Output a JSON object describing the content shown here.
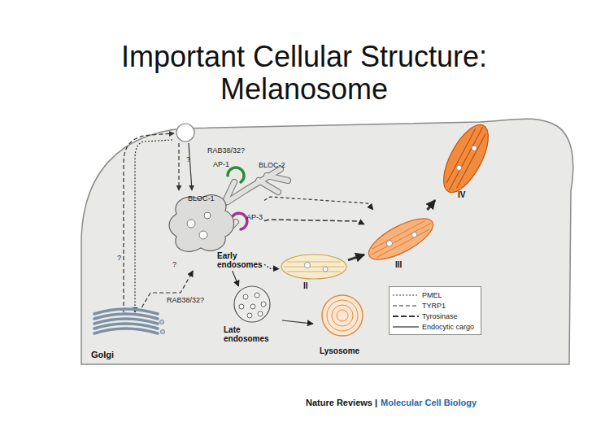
{
  "diagram": {
    "title": "Important Cellular Structure: Melanosome",
    "nodes": [
      {
        "text": [
          "Golgi"
        ]
      },
      {
        "text": [
          "Early endosomes"
        ]
      },
      {
        "text": [
          "Late endosomes"
        ]
      },
      {
        "text": [
          "Lysosome"
        ]
      },
      {
        "text": [
          "II"
        ]
      },
      {
        "text": [
          "III"
        ]
      },
      {
        "text": [
          "IV"
        ]
      }
    ],
    "edges": [
      {
        "from": 0,
        "to": 1,
        "arrow": "to"
      },
      {
        "from": 1,
        "to": 2,
        "arrow": "to"
      },
      {
        "from": 2,
        "to": 3,
        "arrow": "to"
      },
      {
        "from": 1,
        "to": 4,
        "arrow": "to"
      },
      {
        "from": 4,
        "to": 5,
        "arrow": "to"
      },
      {
        "from": 1,
        "to": 5,
        "arrow": "to"
      },
      {
        "from": 1,
        "to": 5,
        "arrow": "to"
      },
      {
        "from": 5,
        "to": 6,
        "arrow": "to"
      }
    ],
    "labels": [
      "RAB38/32?",
      "?",
      "AP-1",
      "BLOC-2",
      "BLOC-1",
      "AP-3",
      "?",
      "?",
      "RAB38/32?",
      "Nature Reviews |",
      "Molecular Cell Biology"
    ],
    "legend": [
      {
        "text": "PMEL"
      },
      {
        "text": "TYRP1"
      },
      {
        "text": "Tyrosinase"
      },
      {
        "text": "Endocytic cargo"
      }
    ]
  }
}
